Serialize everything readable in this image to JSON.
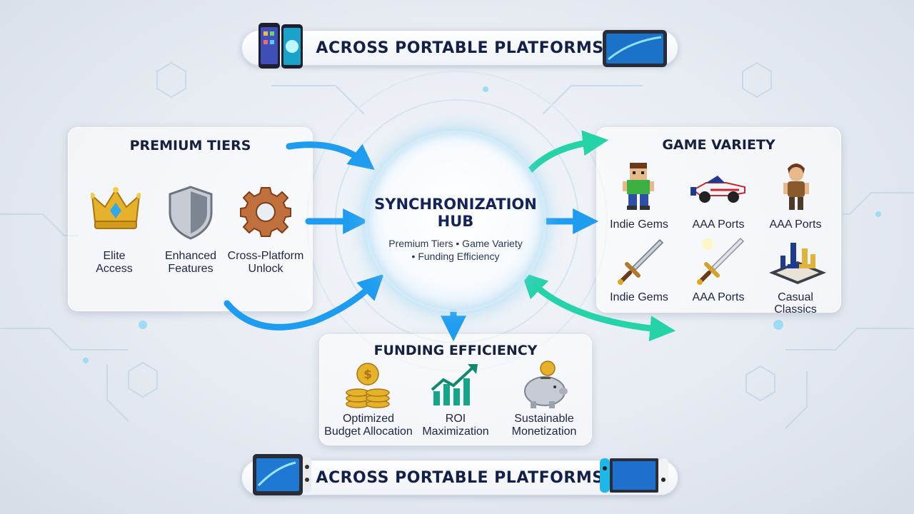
{
  "banner_top": {
    "text": "ACROSS PORTABLE PLATFORMS"
  },
  "banner_bottom": {
    "text": "ACROSS PORTABLE PLATFORMS"
  },
  "hub": {
    "title_line1": "SYNCHRONIZATION",
    "title_line2": "HUB",
    "subtitle_line1": "Premium Tiers • Game Variety",
    "subtitle_line2": "• Funding Efficiency"
  },
  "premium_tiers": {
    "title": "PREMIUM TIERS",
    "items": [
      {
        "icon": "crown-icon",
        "line1": "Elite",
        "line2": "Access"
      },
      {
        "icon": "shield-icon",
        "line1": "Enhanced",
        "line2": "Features"
      },
      {
        "icon": "gear-icon",
        "line1": "Cross-Platform",
        "line2": "Unlock"
      }
    ]
  },
  "game_variety": {
    "title": "GAME VARIETY",
    "items": [
      {
        "icon": "pixel-character-icon",
        "label": "Indie Gems"
      },
      {
        "icon": "race-car-icon",
        "label": "AAA Ports"
      },
      {
        "icon": "adventurer-icon",
        "label": "AAA Ports"
      },
      {
        "icon": "sword-icon",
        "label": "Indie Gems"
      },
      {
        "icon": "glowing-sword-icon",
        "label": "AAA Ports"
      },
      {
        "icon": "chess-board-icon",
        "label": "Casual Classics"
      }
    ]
  },
  "funding_efficiency": {
    "title": "FUNDING EFFICIENCY",
    "items": [
      {
        "icon": "gold-coins-icon",
        "line1": "Optimized",
        "line2": "Budget Allocation"
      },
      {
        "icon": "growth-chart-icon",
        "line1": "ROI",
        "line2": "Maximization"
      },
      {
        "icon": "piggy-bank-icon",
        "line1": "Sustainable",
        "line2": "Monetization"
      }
    ]
  },
  "colors": {
    "blue_arrow": "#1e9cf0",
    "teal_arrow": "#25d3a8",
    "title_navy": "#13204a",
    "gold": "#e0a820"
  }
}
